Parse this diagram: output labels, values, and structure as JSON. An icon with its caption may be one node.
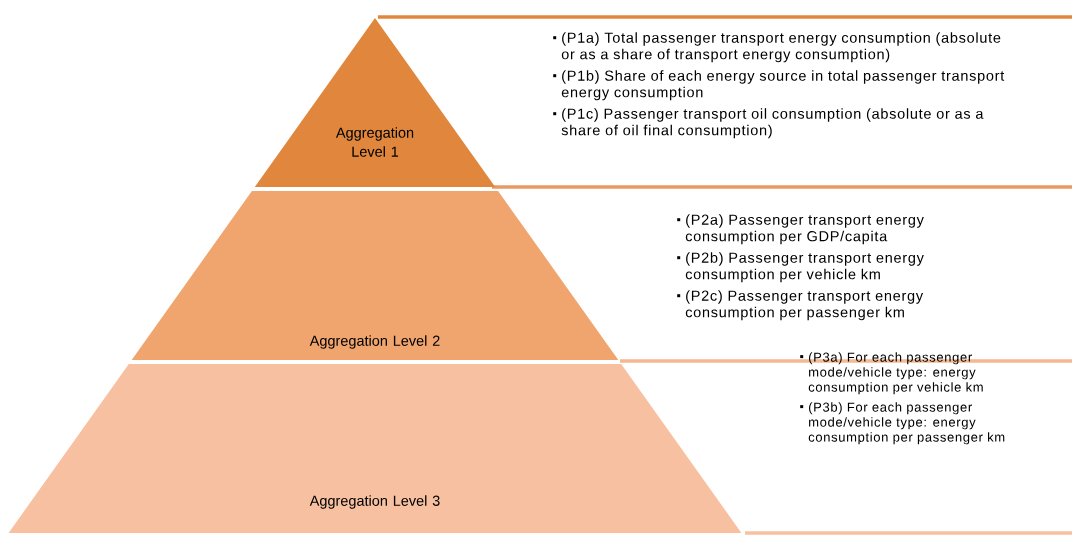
{
  "diagram": {
    "nodes": [
      {
        "text": [
          "Aggregation Level 1"
        ]
      },
      {
        "text": [
          "Aggregation Level 2"
        ]
      },
      {
        "text": [
          "Aggregation Level 3"
        ]
      },
      {
        "text": [
          "(P1a) Total passenger transport energy consumption (absolute or as a share of transport energy consumption)",
          "(P1b) Share of each energy source in total passenger transport energy consumption",
          "(P1c) Passenger transport oil consumption (absolute or as a share of oil final consumption)"
        ]
      },
      {
        "text": [
          "(P2a) Passenger transport energy consumption per GDP/capita",
          "(P2b) Passenger transport energy consumption per vehicle km",
          "(P2c) Passenger transport energy consumption per passenger km"
        ]
      },
      {
        "text": [
          "(P3a) For each passenger mode/vehicle type: energy consumption per vehicle km",
          "(P3b) For each passenger mode/vehicle type: energy consumption per passenger km"
        ]
      }
    ]
  }
}
